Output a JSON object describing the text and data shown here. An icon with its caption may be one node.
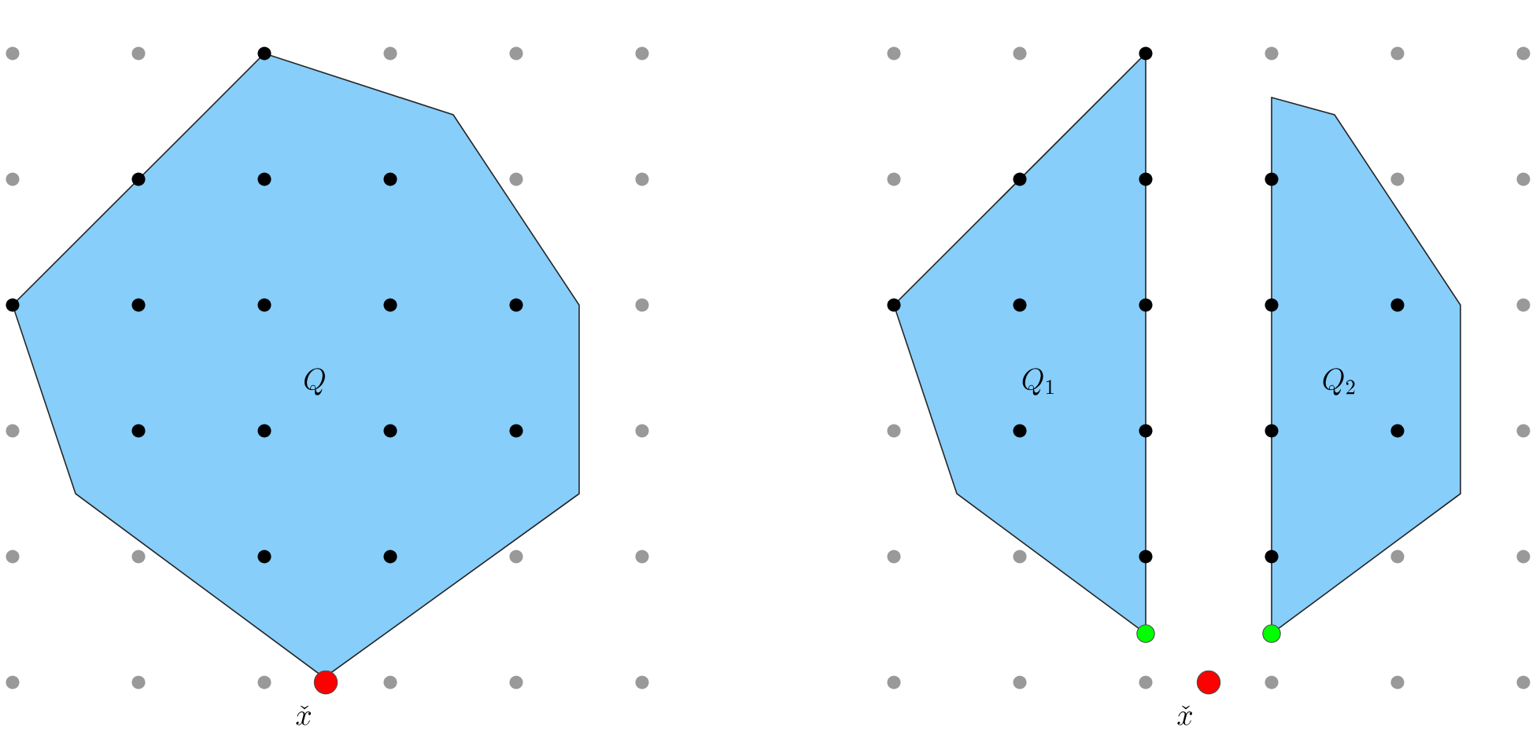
{
  "diagram": {
    "nodes": [
      {
        "text": [
          "Q"
        ]
      },
      {
        "text": [
          "Q_1"
        ]
      },
      {
        "text": [
          "Q_2"
        ]
      }
    ],
    "labels": [
      "\\check{x}",
      "\\check{x}"
    ]
  }
}
